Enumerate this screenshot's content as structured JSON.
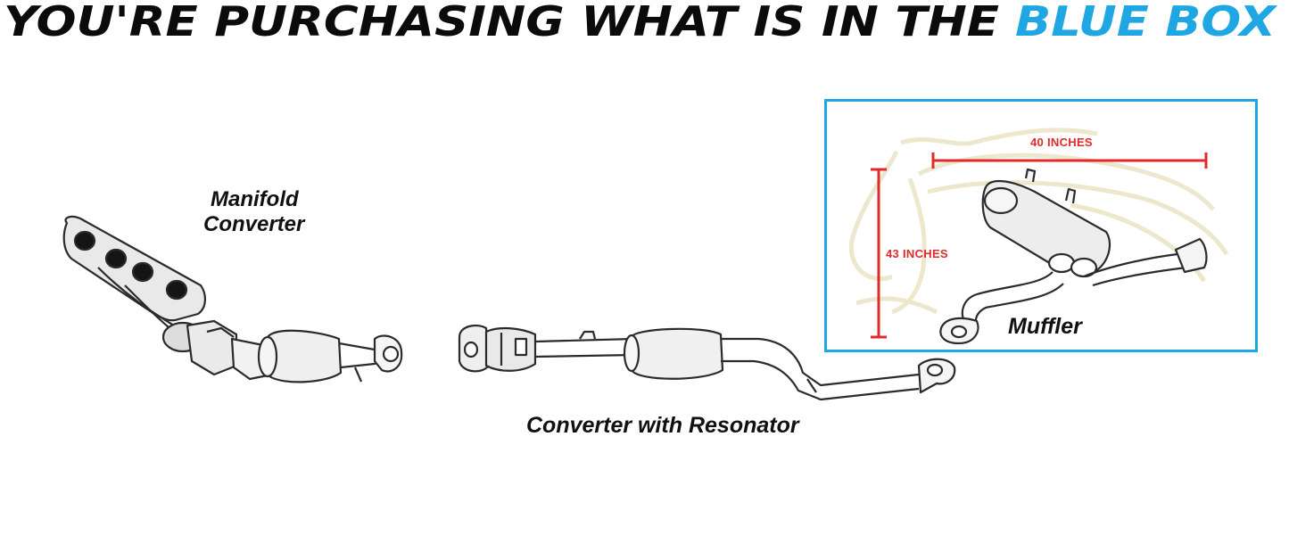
{
  "headline": {
    "prefix": "YOU'RE PURCHASING WHAT IS IN THE",
    "highlight": "BLUE BOX",
    "prefix_color": "#0b0b0b",
    "highlight_color": "#1ea7e2"
  },
  "labels": {
    "manifold_line1": "Manifold",
    "manifold_line2": "Converter",
    "converter_resonator": "Converter with Resonator",
    "muffler": "Muffler"
  },
  "dimensions": {
    "width_label": "40 INCHES",
    "height_label": "43 INCHES",
    "color": "#e02a2a"
  },
  "box": {
    "color": "#1ea7e2"
  },
  "icons": [
    "manifold-converter-drawing",
    "converter-resonator-drawing",
    "muffler-drawing",
    "horse-watermark"
  ]
}
